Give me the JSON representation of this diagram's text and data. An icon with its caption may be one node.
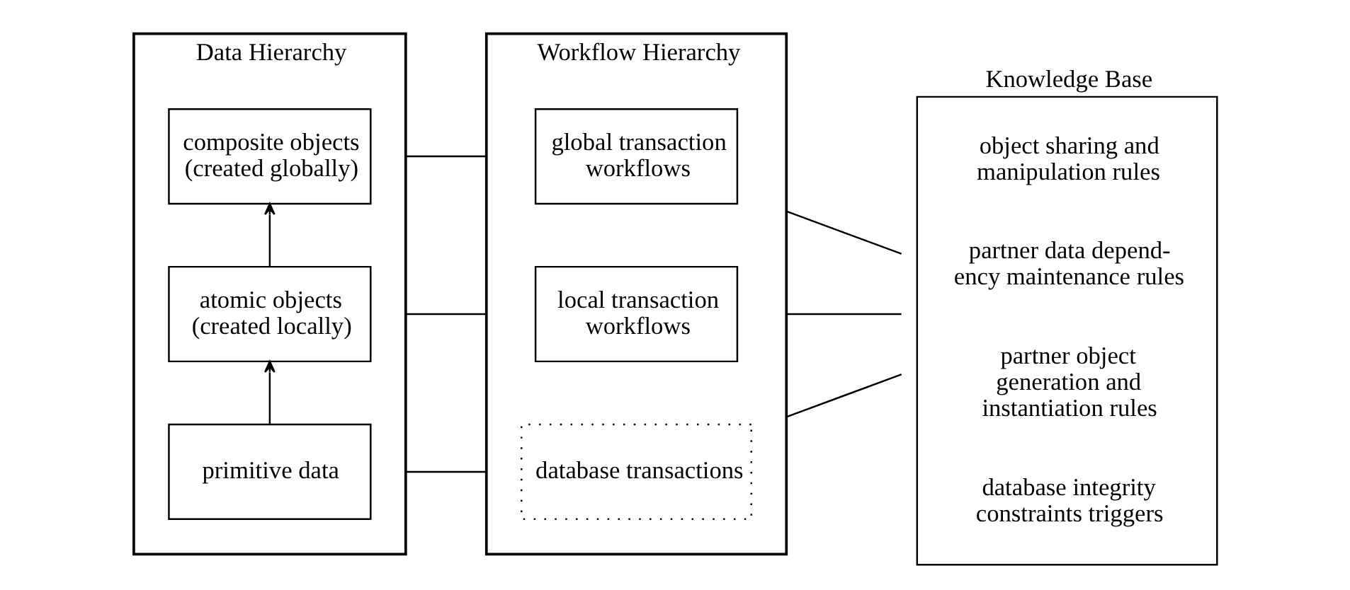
{
  "diagram": {
    "nodes": [
      {
        "text": [
          "Data Hierarchy"
        ]
      },
      {
        "text": [
          "composite objects (created globally)"
        ],
        "in": 0
      },
      {
        "text": [
          "atomic objects (created locally)"
        ],
        "in": 0
      },
      {
        "text": [
          "primitive data"
        ],
        "in": 0
      },
      {
        "text": [
          "Workflow Hierarchy"
        ]
      },
      {
        "text": [
          "global transaction workflows"
        ],
        "in": 4
      },
      {
        "text": [
          "local transaction workflows"
        ],
        "in": 4
      },
      {
        "text": [
          "database transactions"
        ],
        "in": 4
      },
      {
        "text": [
          "Knowledge Base",
          "object sharing and manipulation rules",
          "partner data depend- ency maintenance rules",
          "partner object generation and instantiation rules",
          "database integrity constraints triggers"
        ]
      }
    ],
    "edges": [
      {
        "from": 2,
        "to": 1,
        "arrow": "to"
      },
      {
        "from": 3,
        "to": 2,
        "arrow": "to"
      },
      {
        "from": 0,
        "to": 4,
        "arrow": "none"
      },
      {
        "from": 0,
        "to": 4,
        "arrow": "none"
      },
      {
        "from": 0,
        "to": 4,
        "arrow": "none"
      },
      {
        "from": 4,
        "to": 8,
        "arrow": "none"
      },
      {
        "from": 4,
        "to": 8,
        "arrow": "none"
      },
      {
        "from": 4,
        "to": 8,
        "arrow": "none"
      }
    ]
  }
}
